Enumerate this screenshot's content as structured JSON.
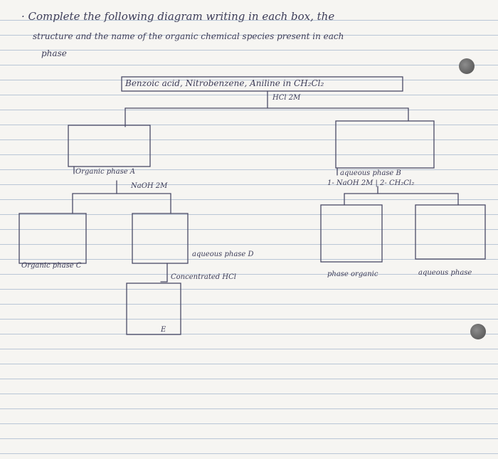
{
  "instructions": {
    "line1": "· Complete the following diagram writing in each box, the",
    "line2": "structure and the name of the organic chemical species present in each",
    "line3": "phase"
  },
  "top": {
    "mixture": "Benzoic acid, Nitrobenzene, Aniline in CH₂Cl₂",
    "reagent": "HCl 2M"
  },
  "branches": {
    "organic_a": "Organic phase A",
    "naoh": "NaOH 2M",
    "aqueous_b": "aqueous phase B",
    "b_reagent": "1- NaOH 2M | 2- CH₂Cl₂",
    "organic_c": "Organic phase C",
    "aqueous_d": "aqueous phase D",
    "conc_hcl": "Concentrated HCl",
    "e_label": "E",
    "phase_organic": "phase organic",
    "aqueous_phase": "aqueous phase"
  }
}
